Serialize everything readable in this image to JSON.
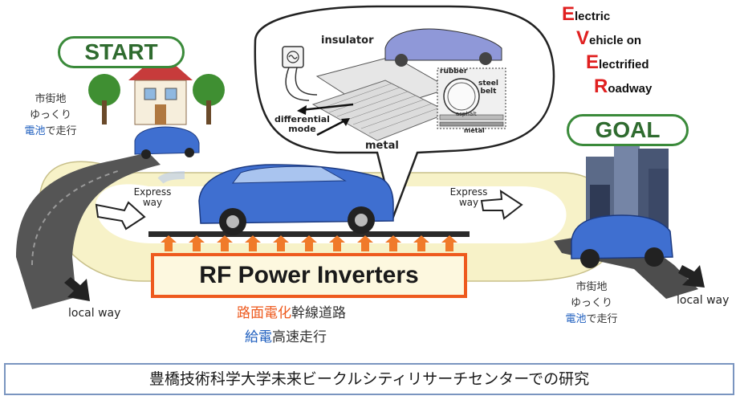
{
  "start": {
    "label": "START",
    "jp_line1": "市街地",
    "jp_line2": "ゆっくり",
    "jp_line3_blue": "電池",
    "jp_line3_rest": "で走行"
  },
  "goal": {
    "label": "GOAL",
    "jp_line1": "市街地",
    "jp_line2": "ゆっくり",
    "jp_line3_blue": "電池",
    "jp_line3_rest": "で走行"
  },
  "expressway": {
    "left_line1": "Express",
    "left_line2": "way",
    "right_line1": "Express",
    "right_line2": "way"
  },
  "local_way": {
    "left": "local way",
    "right": "local way"
  },
  "detail": {
    "insulator": "insulator",
    "differential_line1": "differential",
    "differential_line2": "mode",
    "metal_bottom": "metal",
    "rubber": "rubber",
    "steel_line1": "steel",
    "steel_line2": "belt",
    "asphalt": "asphalt",
    "metal_small": "metal"
  },
  "acronym": [
    {
      "cap": "E",
      "rest": "lectric"
    },
    {
      "cap": "V",
      "rest": "ehicle on"
    },
    {
      "cap": "E",
      "rest": "lectrified"
    },
    {
      "cap": "R",
      "rest": "oadway"
    }
  ],
  "inverter": {
    "label": "RF Power Inverters"
  },
  "subtitle": {
    "line1_orange": "路面電化",
    "line1_rest": "幹線道路",
    "line2_blue": "給電",
    "line2_rest": "高速走行"
  },
  "banner": {
    "text": "豊橋技術科学大学未来ビークルシティリサーチセンターでの研究"
  },
  "colors": {
    "accent_orange": "#ee5a1e",
    "ev_red": "#e02020",
    "pill_green": "#3a8a3a",
    "car_blue": "#3f6fd0",
    "text_blue": "#1f5fbf",
    "road_cream": "#f7f2c8"
  }
}
